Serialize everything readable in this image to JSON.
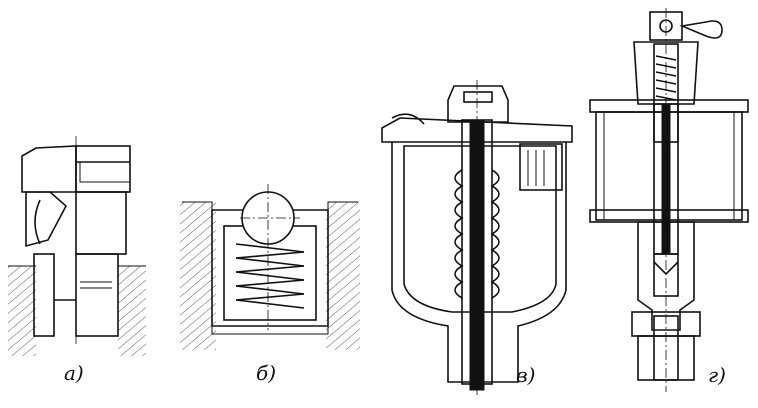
{
  "figure": {
    "captions": {
      "a": "а)",
      "b": "б)",
      "v": "в)",
      "g": "г)"
    }
  }
}
